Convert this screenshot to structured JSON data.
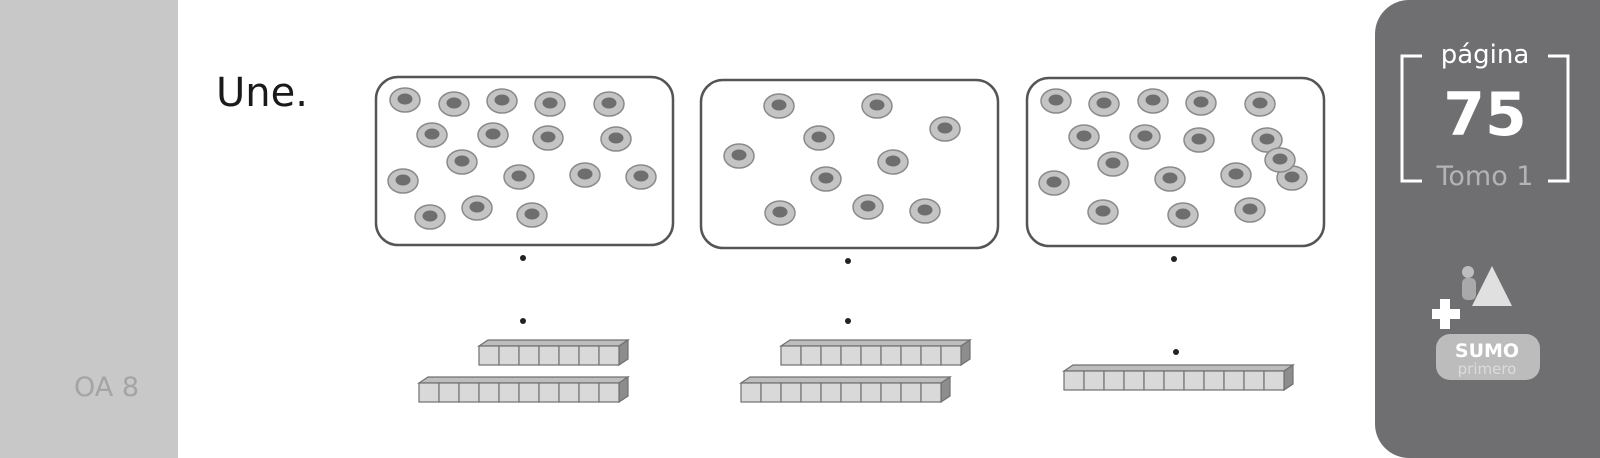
{
  "instruction": "Une.",
  "objective_code": "OA 8",
  "page_badge": {
    "label": "página",
    "number": "75",
    "volume": "Tomo 1"
  },
  "logo": {
    "line1": "SUMO",
    "line2": "primero"
  },
  "icons": [
    "counter-disc-icon",
    "ten-rod-icon",
    "logo-mascot-icon",
    "plus-icon"
  ],
  "colors": {
    "left_margin": "#c8c8c9",
    "right_panel": "#6f6f71",
    "box_border": "#555555"
  },
  "groups": [
    {
      "counters": 17
    },
    {
      "counters": 10
    },
    {
      "counters": 18
    }
  ],
  "block_sets": [
    {
      "rows": [
        7,
        10
      ]
    },
    {
      "rows": [
        9,
        10
      ]
    },
    {
      "rows": [
        11
      ]
    }
  ]
}
